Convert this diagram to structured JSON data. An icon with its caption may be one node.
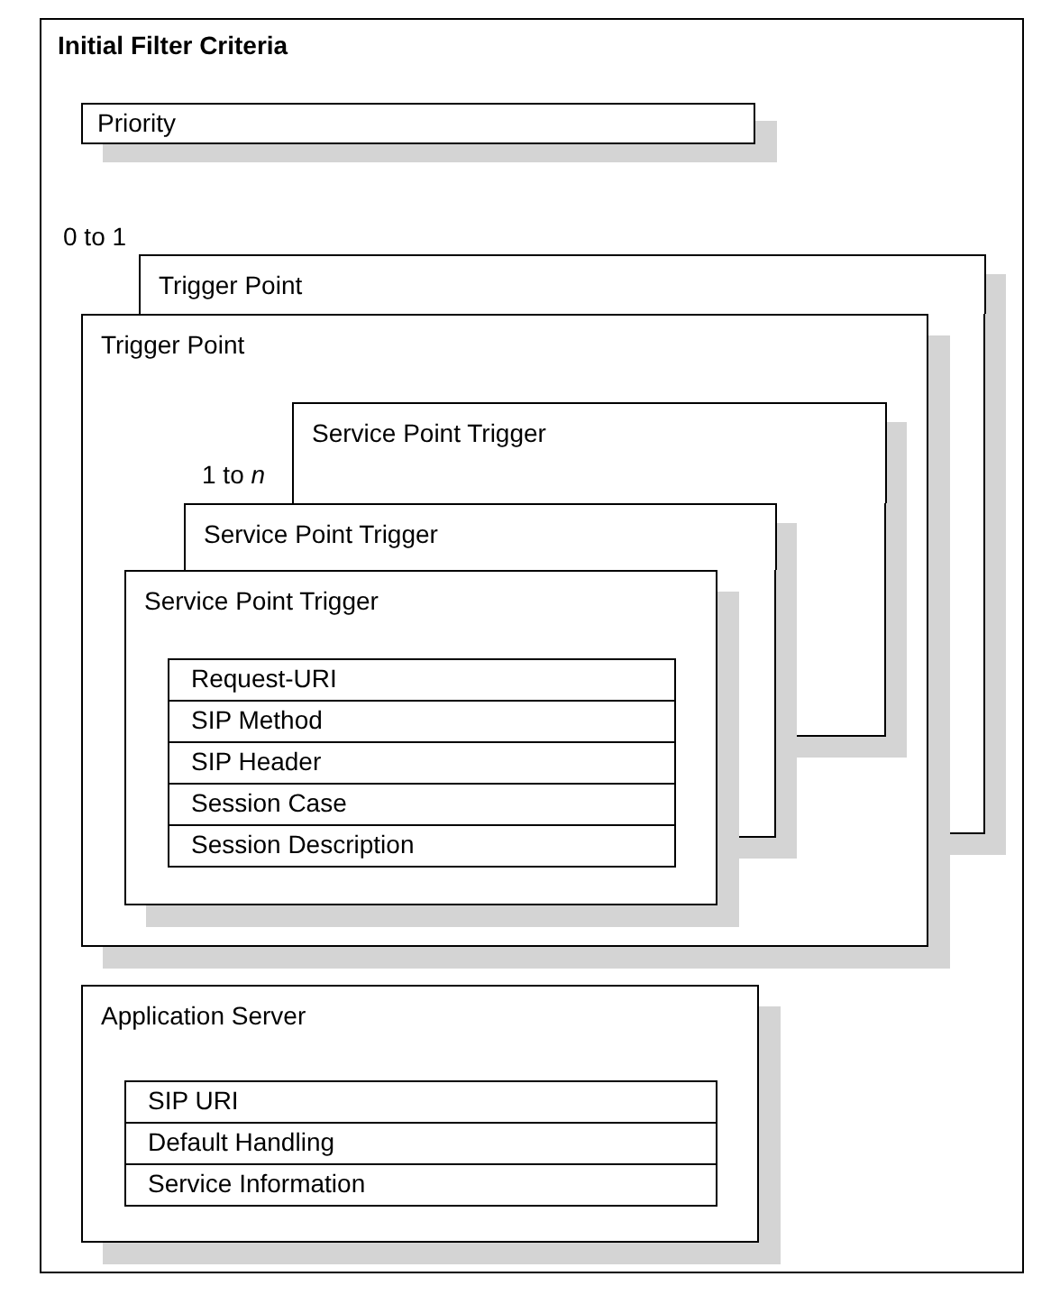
{
  "diagram": {
    "nodes": [
      {
        "text": [
          "Initial Filter Criteria"
        ]
      },
      {
        "text": [
          "Priority"
        ],
        "in": 0
      },
      {
        "text": [
          "Trigger Point"
        ],
        "in": 0
      },
      {
        "text": [
          "Trigger Point"
        ],
        "in": 0
      },
      {
        "text": [
          "Service Point Trigger"
        ],
        "in": 3
      },
      {
        "text": [
          "Service Point Trigger"
        ],
        "in": 3
      },
      {
        "text": [
          "Service Point Trigger"
        ],
        "in": 3
      },
      {
        "text": [
          "Request-URI"
        ],
        "in": 6
      },
      {
        "text": [
          "SIP Method"
        ],
        "in": 6
      },
      {
        "text": [
          "SIP Header"
        ],
        "in": 6
      },
      {
        "text": [
          "Session Case"
        ],
        "in": 6
      },
      {
        "text": [
          "Session Description"
        ],
        "in": 6
      },
      {
        "text": [
          "Application Server"
        ],
        "in": 0
      },
      {
        "text": [
          "SIP URI"
        ],
        "in": 12
      },
      {
        "text": [
          "Default Handling"
        ],
        "in": 12
      },
      {
        "text": [
          "Service Information"
        ],
        "in": 12
      }
    ],
    "labels": [
      "0 to 1",
      "1 to *n*"
    ]
  }
}
